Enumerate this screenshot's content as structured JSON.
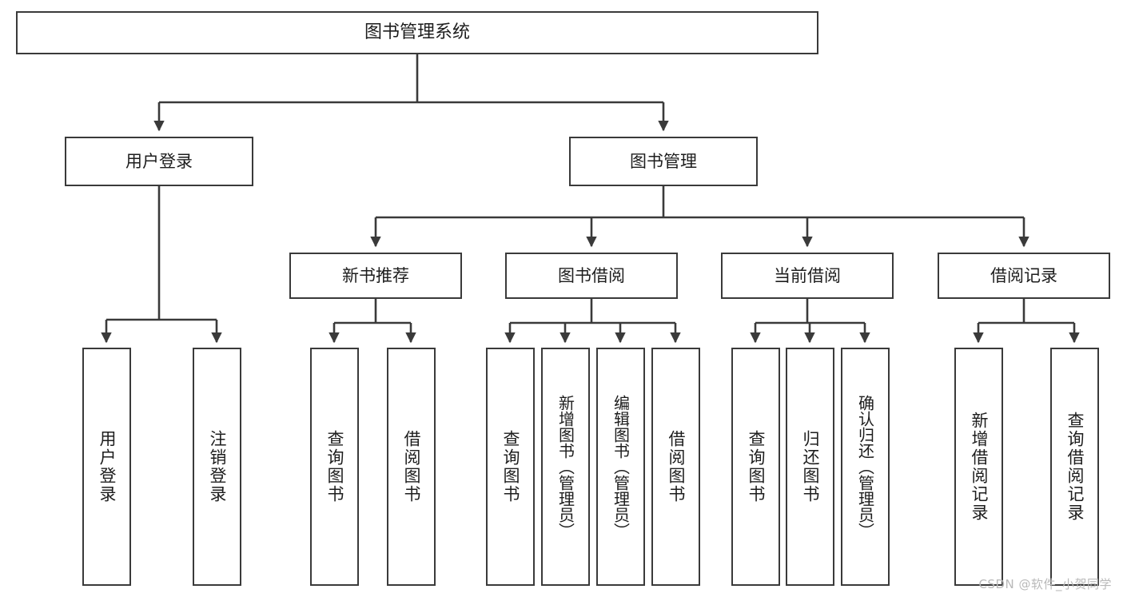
{
  "diagram": {
    "title": "图书管理系统",
    "type": "tree-hierarchy",
    "root": {
      "label": "图书管理系统"
    },
    "level1": [
      {
        "label": "用户登录"
      },
      {
        "label": "图书管理"
      }
    ],
    "level2": [
      {
        "label": "新书推荐"
      },
      {
        "label": "图书借阅"
      },
      {
        "label": "当前借阅"
      },
      {
        "label": "借阅记录"
      }
    ],
    "leaves": [
      {
        "label": "用户登录"
      },
      {
        "label": "注销登录"
      },
      {
        "label": "查询图书"
      },
      {
        "label": "借阅图书"
      },
      {
        "label": "查询图书"
      },
      {
        "label": "新增图书（管理员）"
      },
      {
        "label": "编辑图书（管理员）"
      },
      {
        "label": "借阅图书"
      },
      {
        "label": "查询图书"
      },
      {
        "label": "归还图书"
      },
      {
        "label": "确认归还（管理员）"
      },
      {
        "label": "新增借阅记录"
      },
      {
        "label": "查询借阅记录"
      }
    ],
    "colors": {
      "stroke": "#3a3a3a",
      "fill": "#ffffff",
      "text": "#1d1d1d",
      "watermark": "#b9b9b9"
    }
  },
  "watermark": {
    "text": "CSDN @软件_小贺同学"
  }
}
